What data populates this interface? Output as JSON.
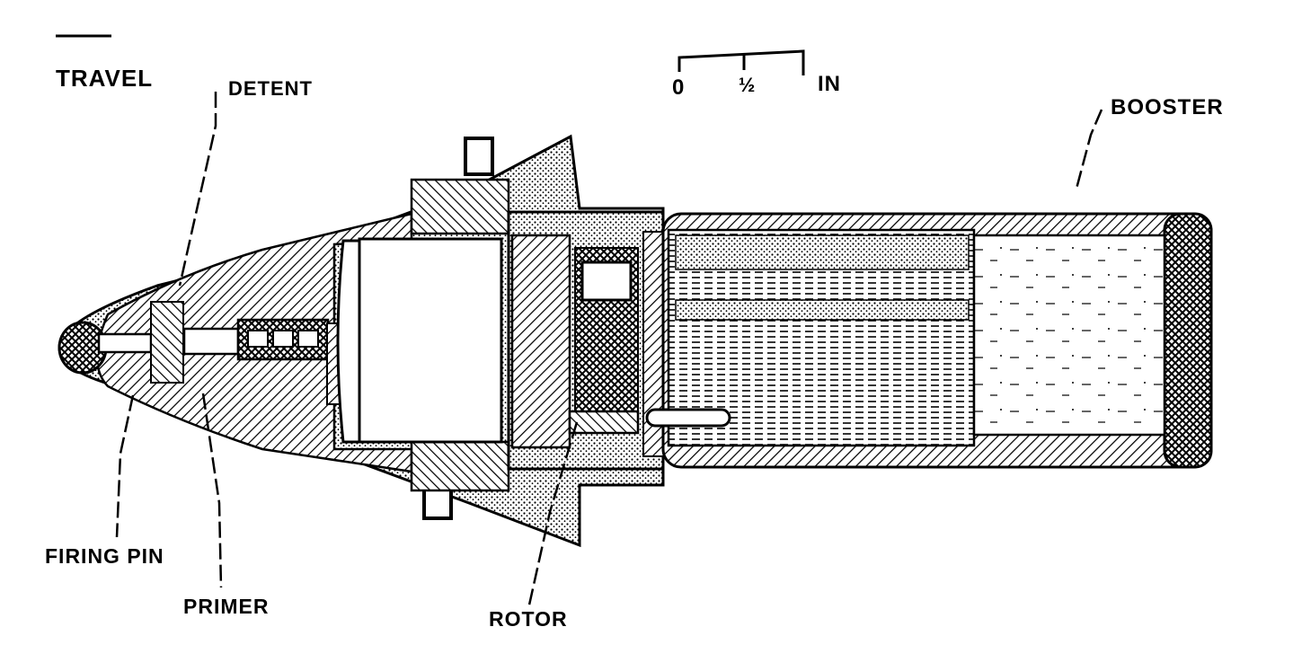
{
  "labels": {
    "travel": "TRAVEL",
    "detent": "DETENT",
    "booster": "BOOSTER",
    "firing_pin": "FIRING PIN",
    "primer": "PRIMER",
    "rotor": "ROTOR"
  },
  "scale": {
    "zero": "0",
    "mid": "½",
    "unit": "IN"
  }
}
